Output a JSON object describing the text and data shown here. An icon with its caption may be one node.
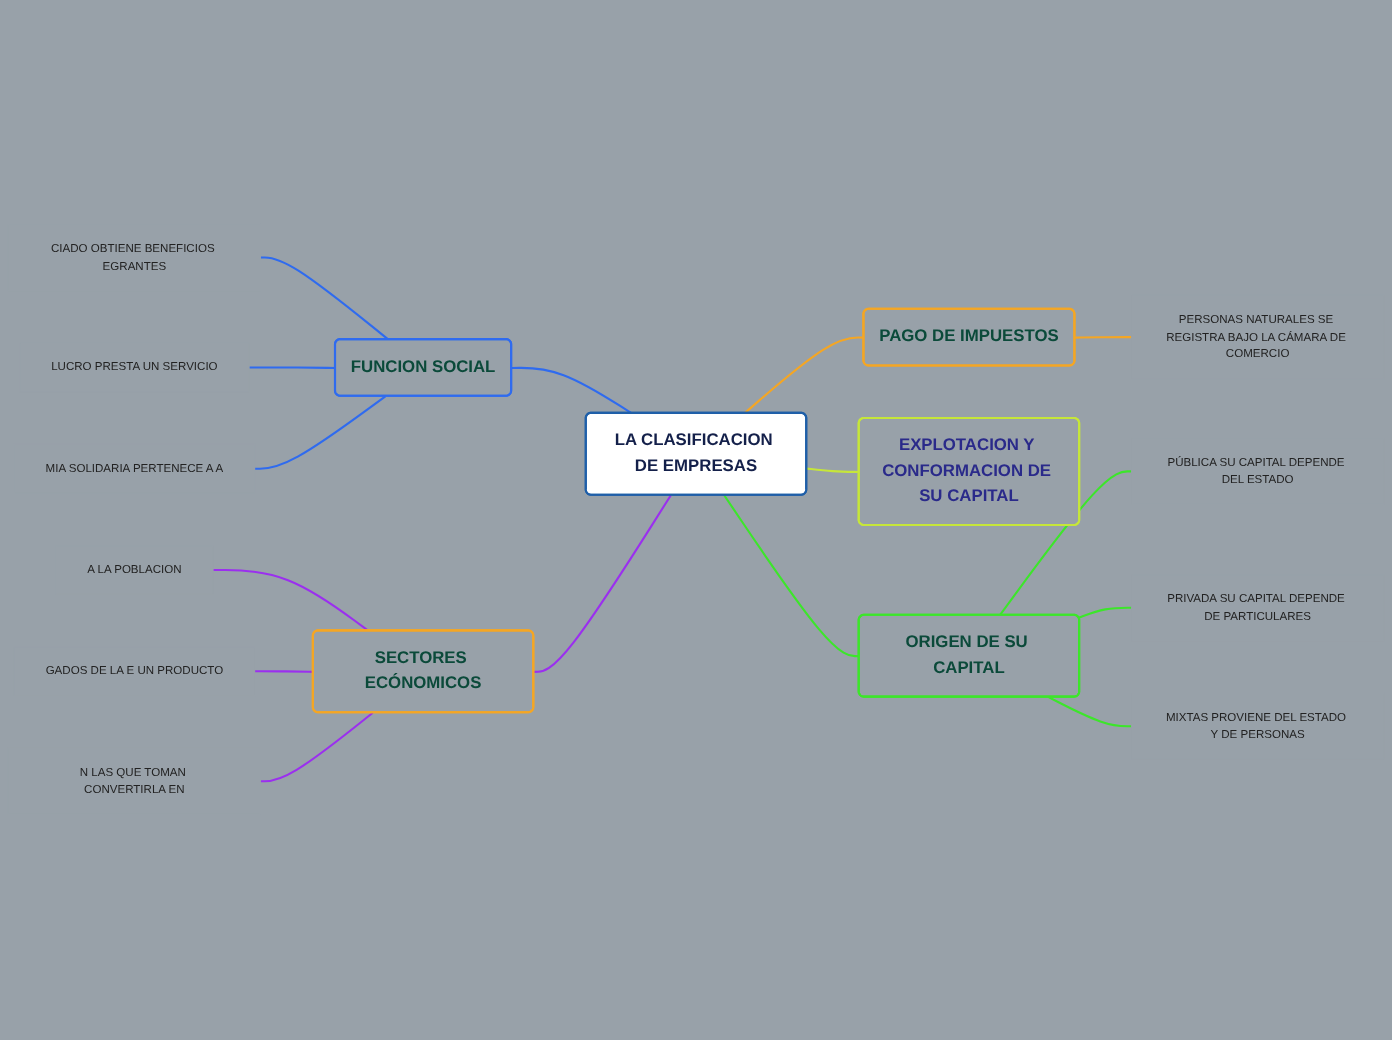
{
  "diagram": {
    "nodes": [
      {
        "text": [
          "LA CLASIFICACION DE EMPRESAS"
        ]
      },
      {
        "text": [
          "PAGO DE IMPUESTOS"
        ]
      },
      {
        "text": [
          "PERSONAS NATURALES SE REGISTRA BAJO LA CÁMARA DE COMERCIO"
        ]
      },
      {
        "text": [
          "EXPLOTACION Y CONFORMACION DE SU CAPITAL"
        ]
      },
      {
        "text": [
          "ORIGEN DE SU CAPITAL"
        ]
      },
      {
        "text": [
          "PÚBLICA SU CAPITAL DEPENDE DEL ESTADO"
        ]
      },
      {
        "text": [
          "PRIVADA SU CAPITAL DEPENDE DE PARTICULARES"
        ]
      },
      {
        "text": [
          "MIXTAS PROVIENE DEL ESTADO Y DE PERSONAS"
        ]
      },
      {
        "text": [
          "FUNCION SOCIAL"
        ]
      },
      {
        "text": [
          "CIADO OBTIENE BENEFICIOS EGRANTES"
        ]
      },
      {
        "text": [
          "LUCRO PRESTA UN SERVICIO"
        ]
      },
      {
        "text": [
          "MIA SOLIDARIA PERTENECE A A"
        ]
      },
      {
        "text": [
          "SECTORES ECÓNOMICOS"
        ]
      },
      {
        "text": [
          "A LA POBLACION"
        ]
      },
      {
        "text": [
          "GADOS DE LA E UN PRODUCTO"
        ]
      },
      {
        "text": [
          "N LAS QUE TOMAN CONVERTIRLA EN"
        ]
      }
    ],
    "edges": [
      {
        "from": 0,
        "to": 1,
        "arrow": "none",
        "color": "#f5a623"
      },
      {
        "from": 1,
        "to": 2,
        "arrow": "none",
        "color": "#f5a623"
      },
      {
        "from": 0,
        "to": 3,
        "arrow": "none",
        "color": "#c6e63a"
      },
      {
        "from": 0,
        "to": 4,
        "arrow": "none",
        "color": "#3ce62a"
      },
      {
        "from": 4,
        "to": 5,
        "arrow": "none",
        "color": "#3ce62a"
      },
      {
        "from": 4,
        "to": 6,
        "arrow": "none",
        "color": "#3ce62a"
      },
      {
        "from": 4,
        "to": 7,
        "arrow": "none",
        "color": "#3ce62a"
      },
      {
        "from": 9,
        "to": 8,
        "arrow": "none",
        "color": "#2f6bef"
      },
      {
        "from": 10,
        "to": 8,
        "arrow": "none",
        "color": "#2f6bef"
      },
      {
        "from": 11,
        "to": 8,
        "arrow": "none",
        "color": "#2f6bef"
      },
      {
        "from": 8,
        "to": 0,
        "arrow": "none",
        "color": "#2f6bef"
      },
      {
        "from": 13,
        "to": 12,
        "arrow": "none",
        "color": "#9b2fef"
      },
      {
        "from": 14,
        "to": 12,
        "arrow": "none",
        "color": "#9b2fef"
      },
      {
        "from": 15,
        "to": 12,
        "arrow": "none",
        "color": "#9b2fef"
      },
      {
        "from": 12,
        "to": 0,
        "arrow": "none",
        "color": "#9b2fef"
      }
    ]
  }
}
